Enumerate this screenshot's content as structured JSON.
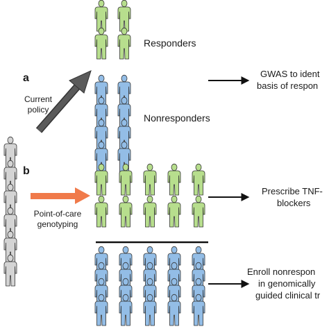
{
  "panels": {
    "a": {
      "letter": "a",
      "arrow_label_line1": "Current",
      "arrow_label_line2": "policy",
      "group_top": "Responders",
      "group_bottom": "Nonresponders",
      "outcome_line1": "GWAS to ident",
      "outcome_line2": "basis of respon"
    },
    "b": {
      "letter": "b",
      "arrow_label_line1": "Point-of-care",
      "arrow_label_line2": "genotyping",
      "outcome_top_line1": "Prescribe TNF-",
      "outcome_top_line2": "blockers",
      "outcome_bottom_line1": "Enroll nonrespon",
      "outcome_bottom_line2": "in genomically",
      "outcome_bottom_line3": "guided clinical tr"
    }
  },
  "colors": {
    "population": "#d4d4d4",
    "responder": "#b7de8d",
    "nonresponder": "#93bde6",
    "outline": "#333333",
    "policy_arrow": "#5a5a5a",
    "genotyping_arrow": "#f07a4a",
    "outcome_arrow": "#111111"
  }
}
